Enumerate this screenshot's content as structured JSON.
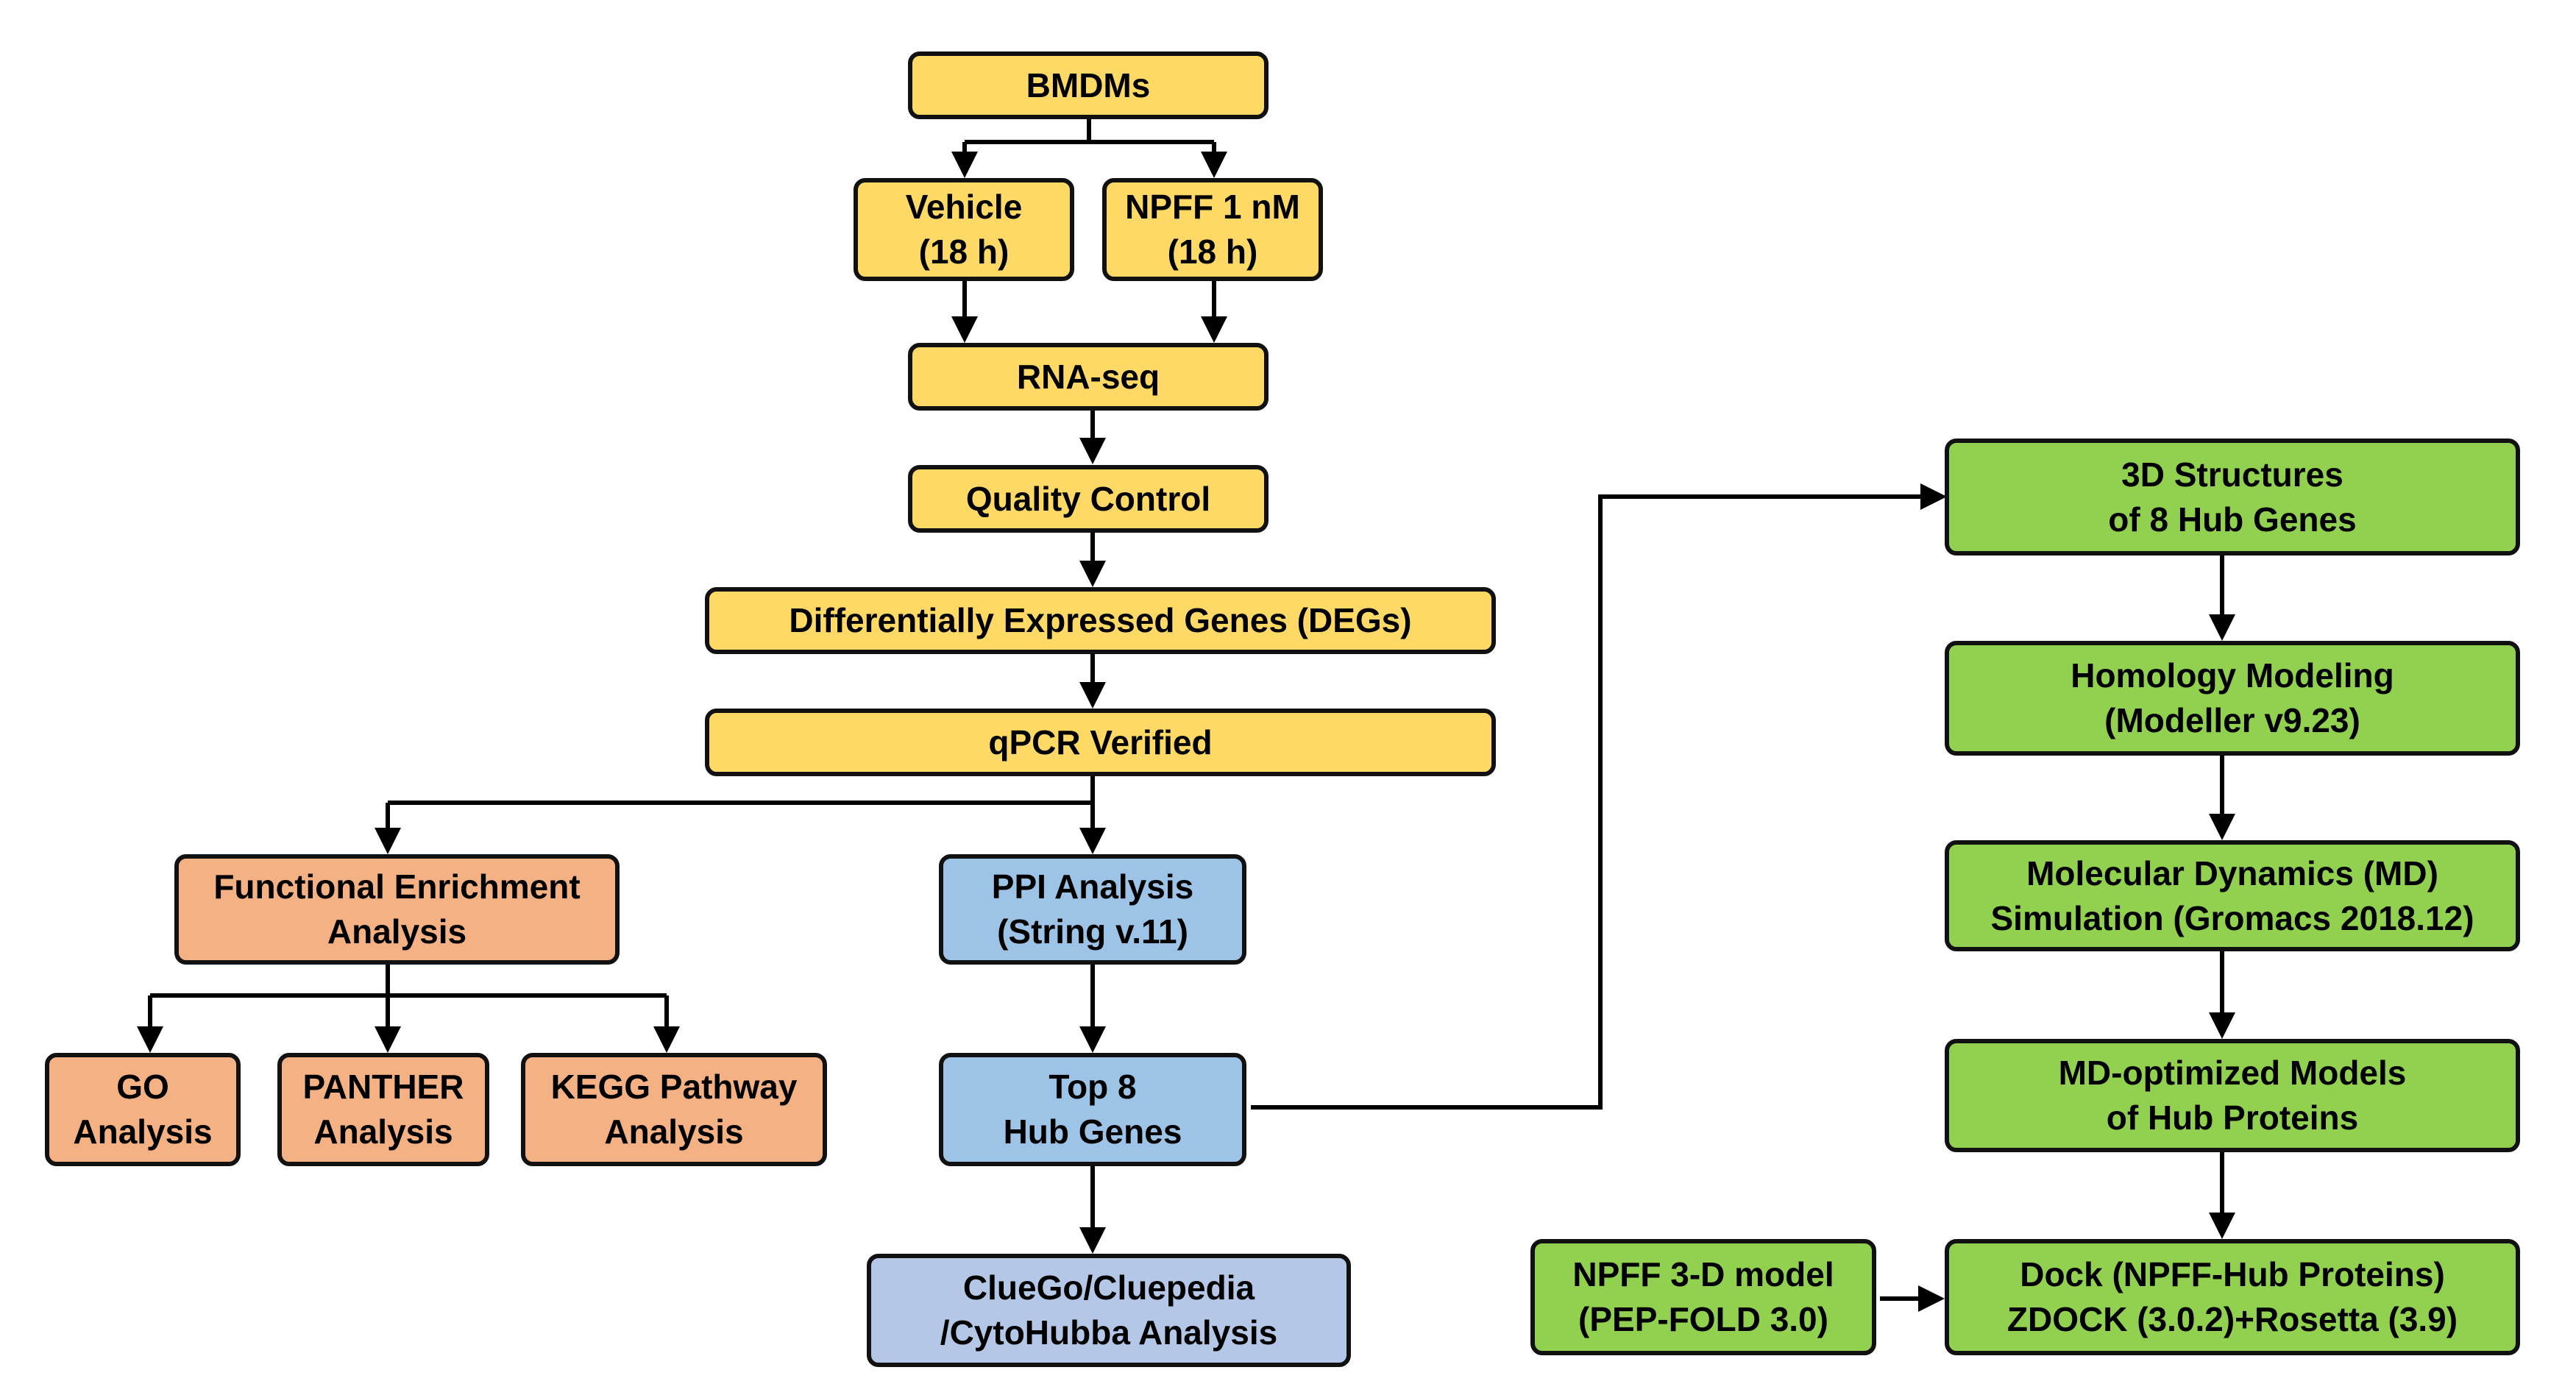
{
  "nodes": {
    "bmdms": {
      "lines": [
        "BMDMs"
      ]
    },
    "vehicle": {
      "lines": [
        "Vehicle",
        "(18 h)"
      ]
    },
    "npff": {
      "lines": [
        "NPFF 1 nM",
        "(18 h)"
      ]
    },
    "rnaseq": {
      "lines": [
        "RNA-seq"
      ]
    },
    "qc": {
      "lines": [
        "Quality Control"
      ]
    },
    "degs": {
      "lines": [
        "Differentially Expressed Genes (DEGs)"
      ]
    },
    "qpcr": {
      "lines": [
        "qPCR Verified"
      ]
    },
    "fea": {
      "lines": [
        "Functional Enrichment",
        "Analysis"
      ]
    },
    "go": {
      "lines": [
        "GO",
        "Analysis"
      ]
    },
    "panther": {
      "lines": [
        "PANTHER",
        "Analysis"
      ]
    },
    "kegg": {
      "lines": [
        "KEGG Pathway",
        "Analysis"
      ]
    },
    "ppi": {
      "lines": [
        "PPI Analysis",
        "(String v.11)"
      ]
    },
    "top8": {
      "lines": [
        "Top 8",
        "Hub Genes"
      ]
    },
    "cluego": {
      "lines": [
        "ClueGo/Cluepedia",
        "/CytoHubba Analysis"
      ]
    },
    "struct3d": {
      "lines": [
        "3D Structures",
        "of 8 Hub Genes"
      ]
    },
    "homology": {
      "lines": [
        "Homology Modeling",
        "(Modeller v9.23)"
      ]
    },
    "md": {
      "lines": [
        "Molecular Dynamics (MD)",
        "Simulation (Gromacs 2018.12)"
      ]
    },
    "mdopt": {
      "lines": [
        "MD-optimized Models",
        "of Hub Proteins"
      ]
    },
    "npffmodel": {
      "lines": [
        "NPFF 3-D model",
        "(PEP-FOLD 3.0)"
      ]
    },
    "dock": {
      "lines": [
        "Dock (NPFF-Hub Proteins)",
        "ZDOCK (3.0.2)+Rosetta (3.9)"
      ]
    }
  },
  "colors": {
    "yellow": "#FFD966",
    "orange": "#F4B183",
    "blue": "#9DC3E6",
    "lavender": "#B4C7E7",
    "green": "#92D050",
    "border": "#111111"
  }
}
